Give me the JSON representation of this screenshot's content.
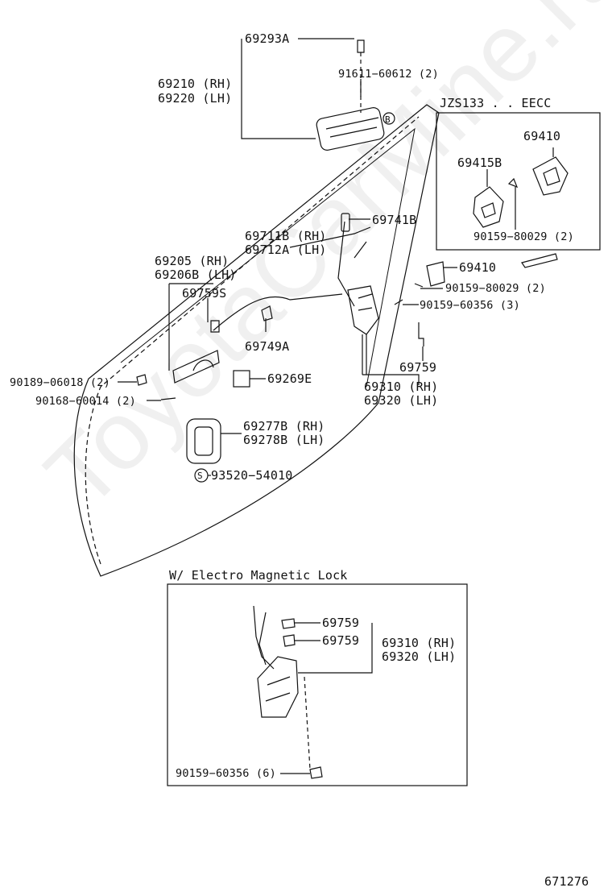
{
  "watermark": "ToyotaCarMine.ru",
  "inset_title": "JZS133 . . EECC",
  "section_title": "W/ Electro Magnetic Lock",
  "figure_number": "671276",
  "labels": {
    "p69293A": "69293A",
    "p69210": "69210 (RH)",
    "p69220": "69220 (LH)",
    "p91611": "91611−60612 (2)",
    "p69741B": "69741B",
    "p69711B": "69711B (RH)",
    "p69712A": "69712A (LH)",
    "p69205": "69205    (RH)",
    "p69206B": "69206B (LH)",
    "p69759S": "69759S",
    "p69749A": "69749A",
    "p69269E": "69269E",
    "p90189": "90189−06018 (2)",
    "p90168": "90168−60014 (2)",
    "p69277B": "69277B (RH)",
    "p69278B": "69278B (LH)",
    "p93520": "93520−54010",
    "p69410a": "69410",
    "p90159_80029b": "90159−80029 (2)",
    "p90159_60356": "90159−60356 (3)",
    "p69759": "69759",
    "p69310": "69310 (RH)",
    "p69320": "69320 (LH)",
    "inset_69410": "69410",
    "inset_69415B": "69415B",
    "inset_90159_80029": "90159−80029 (2)",
    "em_69759a": "69759",
    "em_69759b": "69759",
    "em_69310": "69310 (RH)",
    "em_69320": "69320 (LH)",
    "em_90159_60356": "90159−60356 (6)",
    "symbol_B": "B",
    "symbol_S": "S"
  }
}
